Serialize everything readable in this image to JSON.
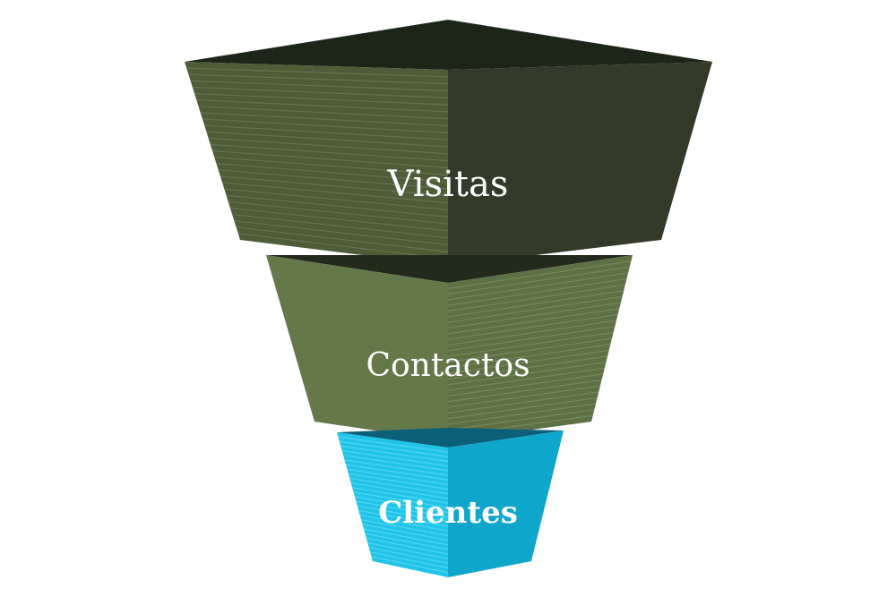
{
  "funnel": {
    "stages": [
      {
        "label": "Visitas",
        "colors": {
          "front_left": "#4e5c38",
          "front_right": "#333a29",
          "top": "#1d2418",
          "stripe": "#6d7c55"
        }
      },
      {
        "label": "Contactos",
        "colors": {
          "front_left": "#65784a",
          "front_right": "#5e7045",
          "top": "#222a1c",
          "stripe": "#7f9162"
        }
      },
      {
        "label": "Clientes",
        "colors": {
          "front_left": "#20c4e8",
          "front_right": "#0fa6cb",
          "top": "#0b5f78",
          "stripe": "#65dcf4"
        }
      }
    ]
  }
}
